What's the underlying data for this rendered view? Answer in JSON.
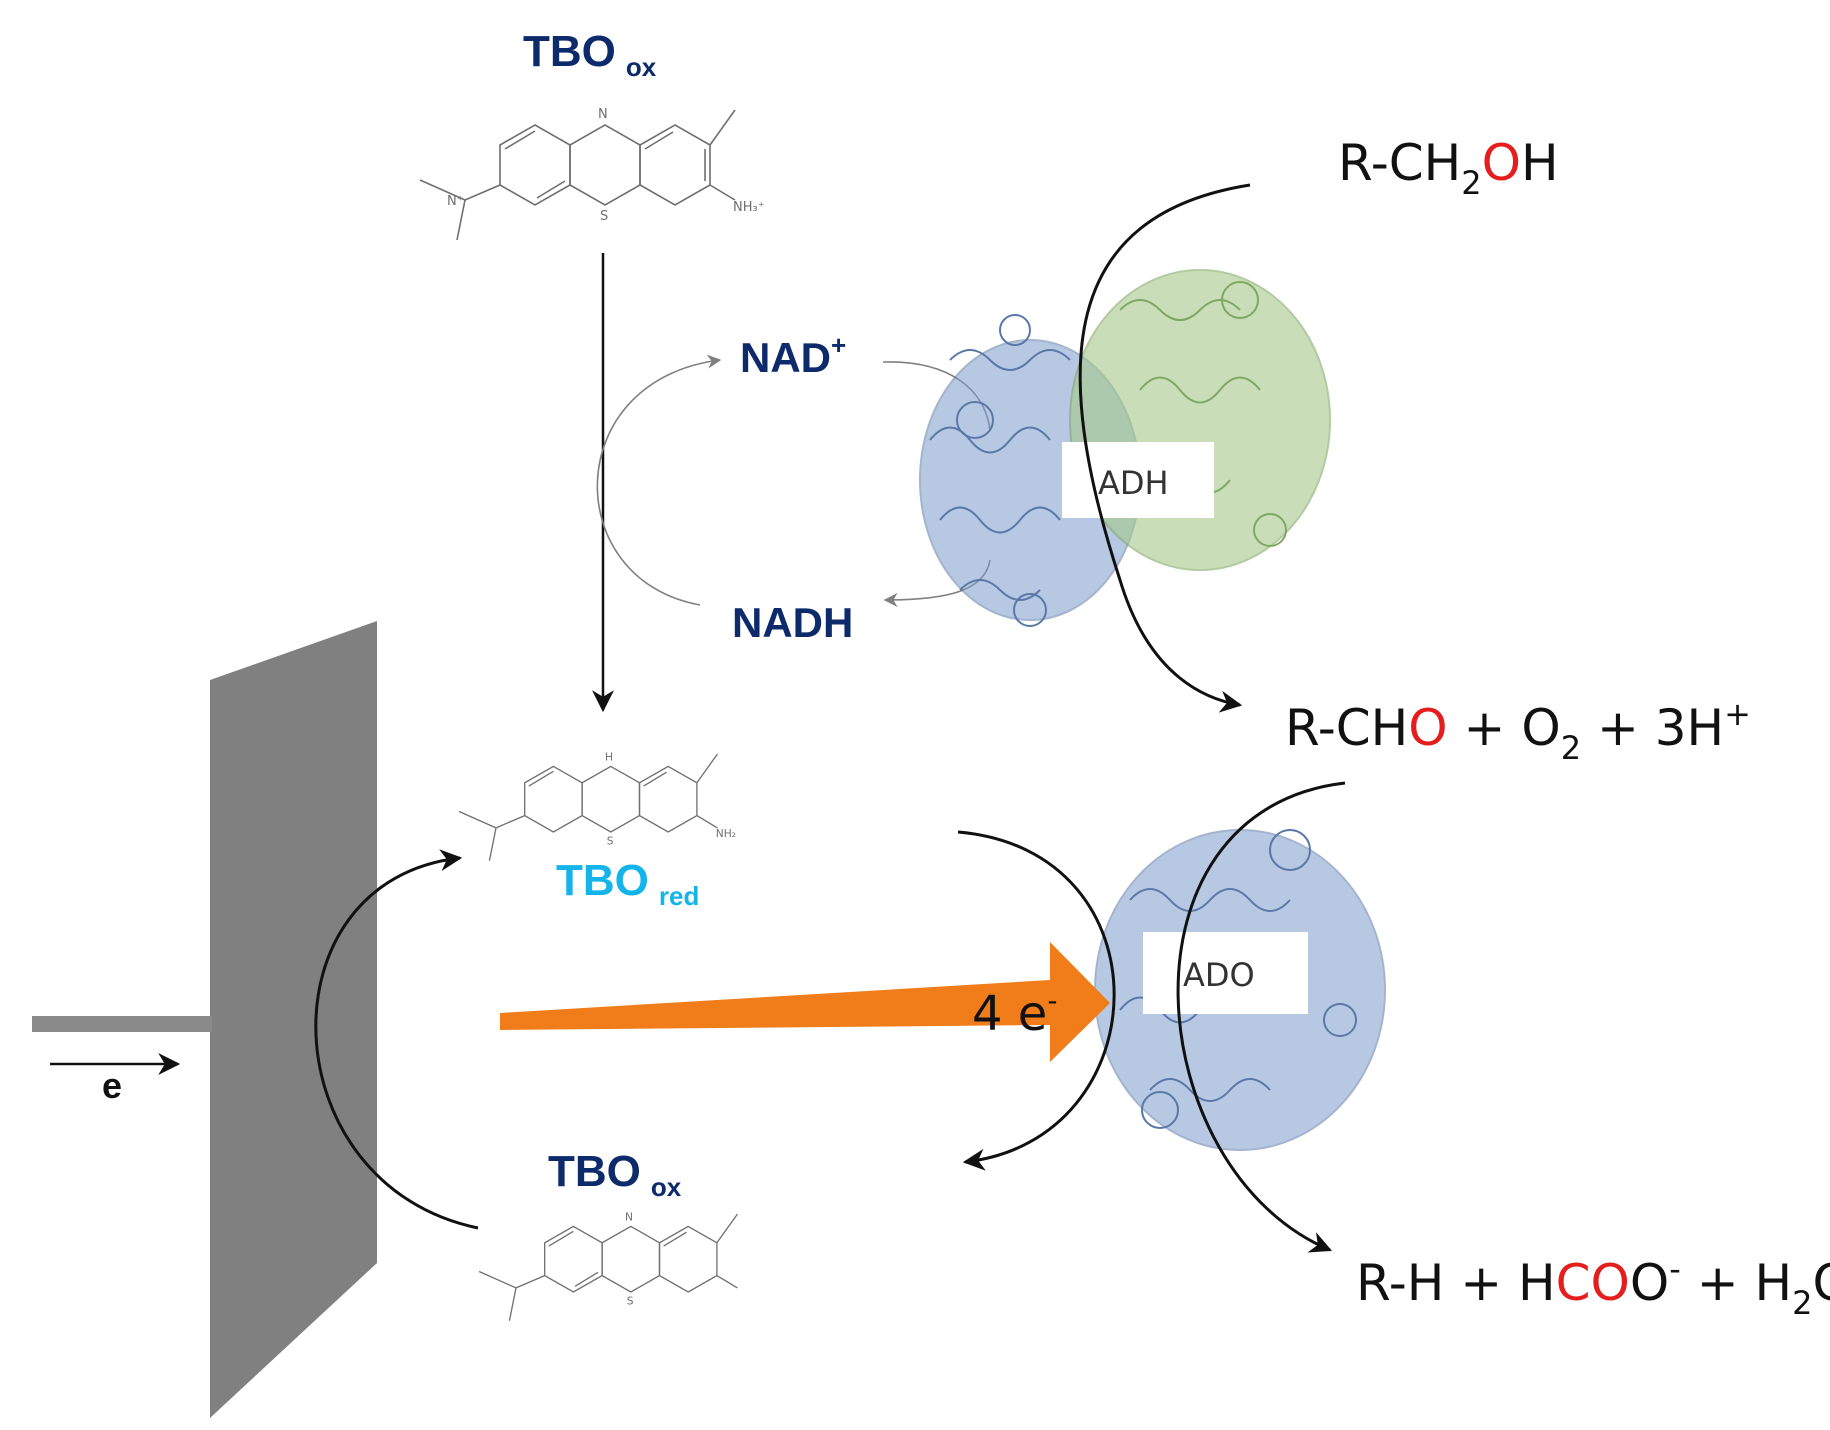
{
  "diagram": {
    "molecules": {
      "tbo_ox_top": {
        "main": "TBO",
        "sub": "ox"
      },
      "tbo_red": {
        "main": "TBO",
        "sub": "red"
      },
      "tbo_ox_bottom": {
        "main": "TBO",
        "sub": "ox"
      },
      "atoms": {
        "n": "N",
        "s": "S",
        "nh": "H",
        "n_plus": "N⁺",
        "n_amine": "NH₃⁺",
        "n_amine_red": "NH₂"
      }
    },
    "cofactors": {
      "nad": {
        "main": "NAD",
        "sup": "+"
      },
      "nadh": "NADH"
    },
    "enzymes": {
      "adh": "ADH",
      "ado": "ADO"
    },
    "equations": {
      "substrate": [
        {
          "t": "R-CH",
          "c": "black"
        },
        {
          "t": "2",
          "c": "black",
          "pos": "sub"
        },
        {
          "t": "O",
          "c": "red"
        },
        {
          "t": "H",
          "c": "black"
        }
      ],
      "aldehyde": [
        {
          "t": "R-CH",
          "c": "black"
        },
        {
          "t": "O",
          "c": "red"
        },
        {
          "t": " + O",
          "c": "black"
        },
        {
          "t": "2",
          "c": "black",
          "pos": "sub"
        },
        {
          "t": " + 3H",
          "c": "black"
        },
        {
          "t": "+",
          "c": "black",
          "pos": "sup"
        }
      ],
      "products": [
        {
          "t": "R-H + H",
          "c": "black"
        },
        {
          "t": "CO",
          "c": "red"
        },
        {
          "t": "O",
          "c": "black"
        },
        {
          "t": "-",
          "c": "black",
          "pos": "sup"
        },
        {
          "t": " + H",
          "c": "black"
        },
        {
          "t": "2",
          "c": "black",
          "pos": "sub"
        },
        {
          "t": "O",
          "c": "black"
        }
      ]
    },
    "electrons": {
      "transfer_main": "4 e",
      "transfer_sup": "-",
      "electrode_label": "e"
    },
    "colors": {
      "navy": "#0d2a6b",
      "cyan": "#14b4ea",
      "red": "#e51d1d",
      "orange": "#f07d1a",
      "electrode": "#808080",
      "protein_blue": "#7d9ccb",
      "protein_green": "#a6c98a"
    }
  }
}
